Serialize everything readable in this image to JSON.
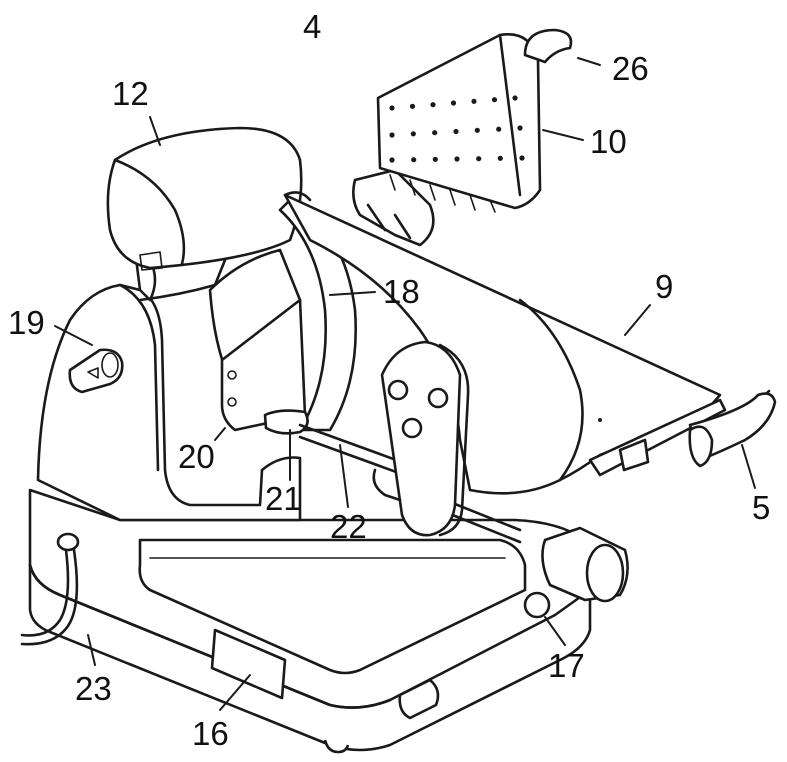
{
  "diagram": {
    "labels": [
      {
        "id": "4",
        "text": "4"
      },
      {
        "id": "26",
        "text": "26"
      },
      {
        "id": "12",
        "text": "12"
      },
      {
        "id": "10",
        "text": "10"
      },
      {
        "id": "18",
        "text": "18"
      },
      {
        "id": "9",
        "text": "9"
      },
      {
        "id": "19",
        "text": "19"
      },
      {
        "id": "20",
        "text": "20"
      },
      {
        "id": "21",
        "text": "21"
      },
      {
        "id": "22",
        "text": "22"
      },
      {
        "id": "5",
        "text": "5"
      },
      {
        "id": "23",
        "text": "23"
      },
      {
        "id": "16",
        "text": "16"
      },
      {
        "id": "17",
        "text": "17"
      }
    ]
  }
}
